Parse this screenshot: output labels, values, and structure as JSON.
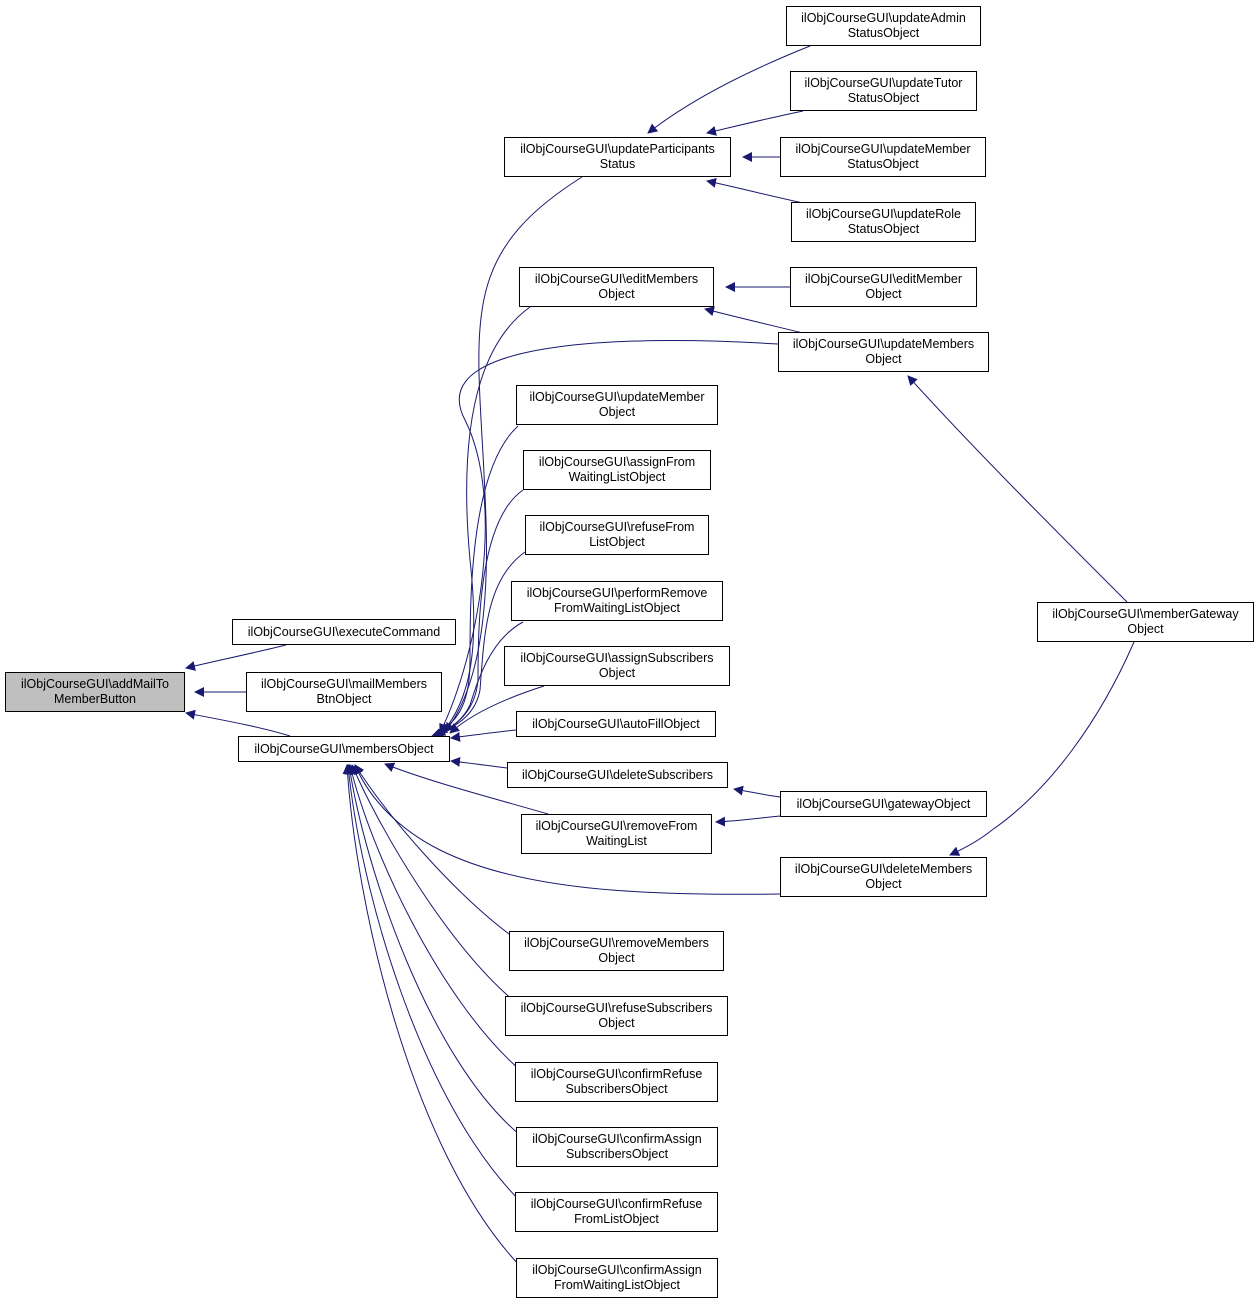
{
  "graph": {
    "direction": "callers point to callee (arrow head at callee)",
    "colors": {
      "edge": "#191970",
      "node_border": "#000000",
      "node_fill": "#ffffff",
      "root_fill": "#bfbfbf"
    },
    "nodes": {
      "addMail": [
        "ilObjCourseGUI\\addMailTo",
        "MemberButton"
      ],
      "executeCommand": [
        "ilObjCourseGUI\\executeCommand"
      ],
      "mailMembers": [
        "ilObjCourseGUI\\mailMembers",
        "BtnObject"
      ],
      "membersObject": [
        "ilObjCourseGUI\\membersObject"
      ],
      "updateParticipants": [
        "ilObjCourseGUI\\updateParticipants",
        "Status"
      ],
      "editMembers": [
        "ilObjCourseGUI\\editMembers",
        "Object"
      ],
      "updateMember": [
        "ilObjCourseGUI\\updateMember",
        "Object"
      ],
      "assignFromWaiting": [
        "ilObjCourseGUI\\assignFrom",
        "WaitingListObject"
      ],
      "refuseFromList": [
        "ilObjCourseGUI\\refuseFrom",
        "ListObject"
      ],
      "performRemove": [
        "ilObjCourseGUI\\performRemove",
        "FromWaitingListObject"
      ],
      "assignSubscribers": [
        "ilObjCourseGUI\\assignSubscribers",
        "Object"
      ],
      "autoFill": [
        "ilObjCourseGUI\\autoFillObject"
      ],
      "deleteSubscribers": [
        "ilObjCourseGUI\\deleteSubscribers"
      ],
      "removeFromWaiting": [
        "ilObjCourseGUI\\removeFrom",
        "WaitingList"
      ],
      "removeMembers": [
        "ilObjCourseGUI\\removeMembers",
        "Object"
      ],
      "refuseSubscribers": [
        "ilObjCourseGUI\\refuseSubscribers",
        "Object"
      ],
      "confirmRefuseSubs": [
        "ilObjCourseGUI\\confirmRefuse",
        "SubscribersObject"
      ],
      "confirmAssignSubs": [
        "ilObjCourseGUI\\confirmAssign",
        "SubscribersObject"
      ],
      "confirmRefuseList": [
        "ilObjCourseGUI\\confirmRefuse",
        "FromListObject"
      ],
      "confirmAssignWaiting": [
        "ilObjCourseGUI\\confirmAssign",
        "FromWaitingListObject"
      ],
      "updateAdmin": [
        "ilObjCourseGUI\\updateAdmin",
        "StatusObject"
      ],
      "updateTutor": [
        "ilObjCourseGUI\\updateTutor",
        "StatusObject"
      ],
      "updateMemberStatus": [
        "ilObjCourseGUI\\updateMember",
        "StatusObject"
      ],
      "updateRole": [
        "ilObjCourseGUI\\updateRole",
        "StatusObject"
      ],
      "editMember": [
        "ilObjCourseGUI\\editMember",
        "Object"
      ],
      "updateMembers": [
        "ilObjCourseGUI\\updateMembers",
        "Object"
      ],
      "gatewayObject": [
        "ilObjCourseGUI\\gatewayObject"
      ],
      "deleteMembers": [
        "ilObjCourseGUI\\deleteMembers",
        "Object"
      ],
      "memberGateway": [
        "ilObjCourseGUI\\memberGateway",
        "Object"
      ]
    },
    "edges": [
      [
        "executeCommand",
        "addMail"
      ],
      [
        "mailMembers",
        "addMail"
      ],
      [
        "membersObject",
        "addMail"
      ],
      [
        "updateParticipants",
        "membersObject"
      ],
      [
        "editMembers",
        "membersObject"
      ],
      [
        "updateMembers",
        "membersObject"
      ],
      [
        "updateMember",
        "membersObject"
      ],
      [
        "assignFromWaiting",
        "membersObject"
      ],
      [
        "refuseFromList",
        "membersObject"
      ],
      [
        "performRemove",
        "membersObject"
      ],
      [
        "assignSubscribers",
        "membersObject"
      ],
      [
        "autoFill",
        "membersObject"
      ],
      [
        "deleteSubscribers",
        "membersObject"
      ],
      [
        "removeFromWaiting",
        "membersObject"
      ],
      [
        "deleteMembers",
        "membersObject"
      ],
      [
        "removeMembers",
        "membersObject"
      ],
      [
        "refuseSubscribers",
        "membersObject"
      ],
      [
        "confirmRefuseSubs",
        "membersObject"
      ],
      [
        "confirmAssignSubs",
        "membersObject"
      ],
      [
        "confirmRefuseList",
        "membersObject"
      ],
      [
        "confirmAssignWaiting",
        "membersObject"
      ],
      [
        "updateAdmin",
        "updateParticipants"
      ],
      [
        "updateTutor",
        "updateParticipants"
      ],
      [
        "updateMemberStatus",
        "updateParticipants"
      ],
      [
        "updateRole",
        "updateParticipants"
      ],
      [
        "editMember",
        "editMembers"
      ],
      [
        "updateMembers",
        "editMembers"
      ],
      [
        "memberGateway",
        "updateMembers"
      ],
      [
        "gatewayObject",
        "deleteSubscribers"
      ],
      [
        "gatewayObject",
        "removeFromWaiting"
      ],
      [
        "memberGateway",
        "deleteMembers"
      ]
    ]
  }
}
